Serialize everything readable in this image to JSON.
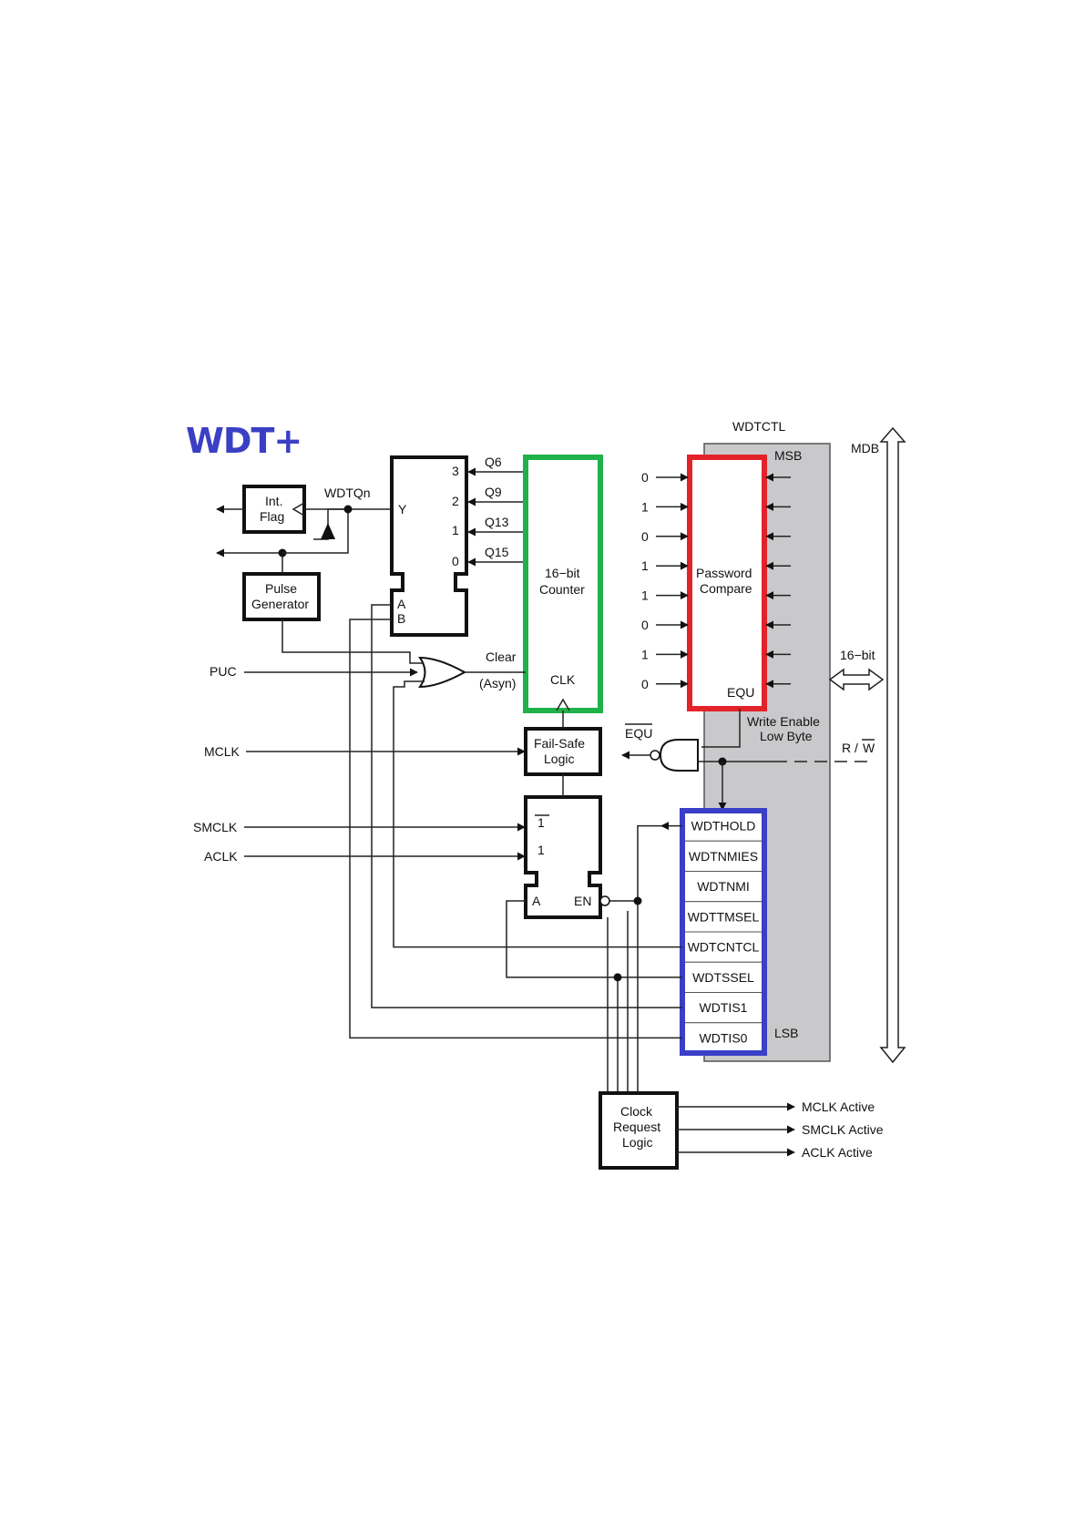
{
  "title": "WDT+",
  "colors": {
    "title": "#3b3fc4",
    "counter_highlight": "#1fb14a",
    "password_highlight": "#e3222a",
    "register_highlight": "#3a3fc8",
    "register_bg": "#c9c9cb"
  },
  "labels": {
    "wdtctl": "WDTCTL",
    "msb": "MSB",
    "lsb": "LSB",
    "mdb": "MDB",
    "bus_width": "16−bit",
    "int_flag": [
      "Int.",
      "Flag"
    ],
    "wdtqn": "WDTQn",
    "pulse_generator": [
      "Pulse",
      "Generator"
    ],
    "mux_y": "Y",
    "mux_inputs": [
      "3",
      "2",
      "1",
      "0"
    ],
    "mux_a": "A",
    "mux_b": "B",
    "taps": [
      "Q6",
      "Q9",
      "Q13",
      "Q15"
    ],
    "counter": [
      "16−bit",
      "Counter"
    ],
    "clear": "Clear",
    "asyn": "(Asyn)",
    "clk": "CLK",
    "puc": "PUC",
    "mclk": "MCLK",
    "smclk": "SMCLK",
    "aclk": "ACLK",
    "fail_safe": [
      "Fail-Safe",
      "Logic"
    ],
    "equ_bar": "EQU",
    "password_bits": [
      "0",
      "1",
      "0",
      "1",
      "1",
      "0",
      "1",
      "0"
    ],
    "password_compare": [
      "Password",
      "Compare"
    ],
    "equ": "EQU",
    "write_enable": [
      "Write Enable",
      "Low Byte"
    ],
    "r": "R /",
    "w": "W",
    "clk_mux_top": "1",
    "clk_mux_bottom": "1",
    "clk_mux_a": "A",
    "clk_mux_en": "EN",
    "clock_request": [
      "Clock",
      "Request",
      "Logic"
    ],
    "outputs": [
      "MCLK Active",
      "SMCLK Active",
      "ACLK Active"
    ]
  },
  "register_bits": [
    "WDTHOLD",
    "WDTNMIES",
    "WDTNMI",
    "WDTTMSEL",
    "WDTCNTCL",
    "WDTSSEL",
    "WDTIS1",
    "WDTIS0"
  ]
}
